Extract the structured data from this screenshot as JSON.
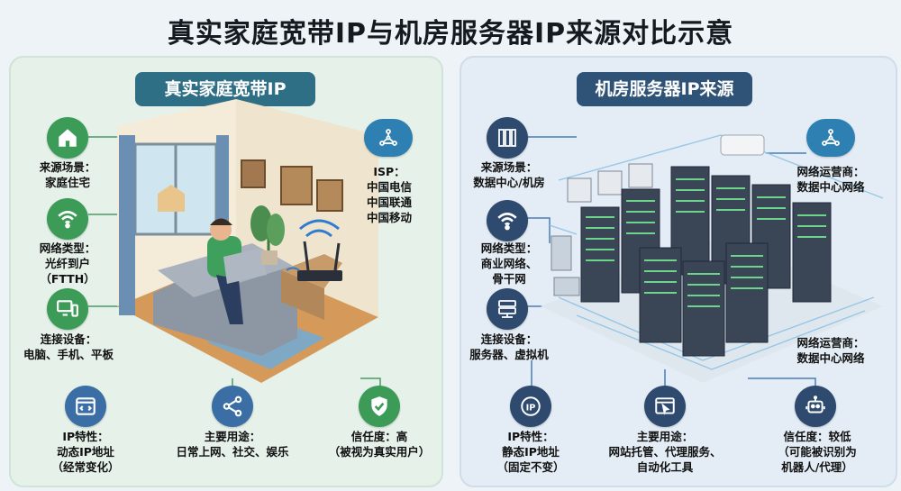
{
  "title": "真实家庭宽带IP与机房服务器IP来源对比示意",
  "left": {
    "heading": "真实家庭宽带IP",
    "source": [
      "来源场景：",
      "家庭住宅"
    ],
    "network": [
      "网络类型：",
      "光纤到户",
      "（FTTH）"
    ],
    "devices": [
      "连接设备：",
      "电脑、手机、平板"
    ],
    "ip": [
      "IP特性：",
      "动态IP地址",
      "（经常变化）"
    ],
    "usage": [
      "主要用途：",
      "日常上网、社交、娱乐"
    ],
    "trust": [
      "信任度：高",
      "（被视为真实用户）"
    ],
    "isp": [
      "ISP：",
      "中国电信",
      "中国联通",
      "中国移动"
    ]
  },
  "right": {
    "heading": "机房服务器IP来源",
    "source": [
      "来源场景：",
      "数据中心/机房"
    ],
    "network": [
      "网络类型：",
      "商业网络、",
      "骨干网"
    ],
    "devices": [
      "连接设备：",
      "服务器、虚拟机"
    ],
    "ip": [
      "IP特性：",
      "静态IP地址",
      "（固定不变）"
    ],
    "usage": [
      "主要用途：",
      "网站托管、代理服务、",
      "自动化工具"
    ],
    "trust": [
      "信任度：较低",
      "（可能被识别为",
      "机器人/代理）"
    ],
    "operator_top": [
      "网络运营商：",
      "数据中心网络"
    ],
    "operator_mid": [
      "网络运营商：",
      "数据中心网络"
    ]
  },
  "icons": {
    "left": [
      "house-icon",
      "wifi-icon",
      "monitor-phone-icon",
      "code-window-icon",
      "share-icon",
      "shield-check-icon",
      "cloud-network-icon"
    ],
    "right": [
      "server-icon",
      "wifi-icon",
      "server-stack-icon",
      "ip-icon",
      "cursor-window-icon",
      "robot-icon",
      "cloud-network-icon"
    ]
  },
  "colors": {
    "green": "#3b9b57",
    "blue": "#3b6ea5",
    "navy": "#2e4a6e",
    "teal_heading": "#2f6f86",
    "navy_heading": "#2f5377"
  }
}
